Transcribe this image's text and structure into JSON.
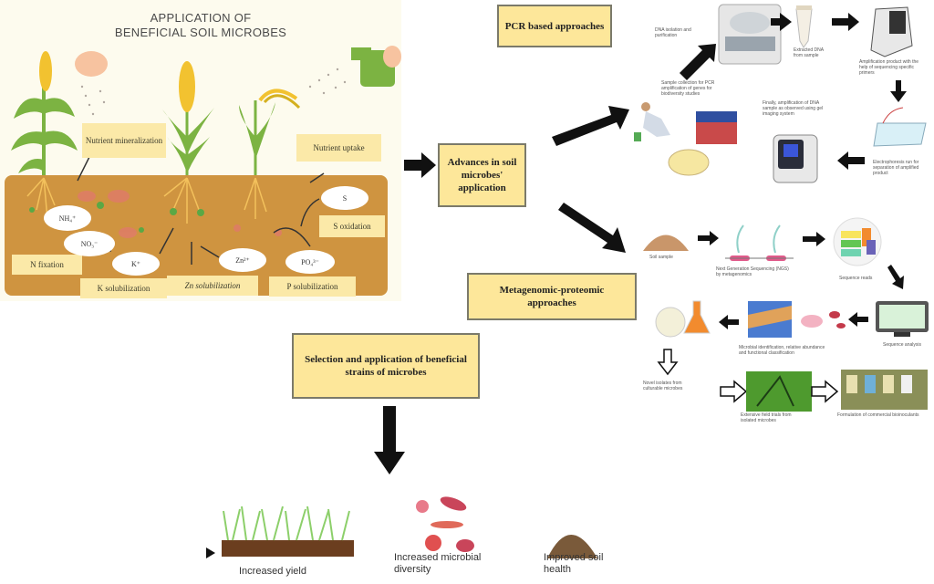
{
  "left_panel": {
    "title_line1": "APPLICATION OF",
    "title_line2": "BENEFICIAL SOIL MICROBES",
    "labels": {
      "nutrient_mineralization": "Nutrient mineralization",
      "nutrient_uptake": "Nutrient uptake",
      "n_fixation": "N fixation",
      "k_solubilization": "K solubilization",
      "zn_solubilization": "Zn solubilization",
      "p_solubilization": "P solubilization",
      "s_oxidation": "S oxidation"
    },
    "ions": {
      "nh4": "NH₄⁺",
      "no3": "NO₃⁻",
      "k": "K⁺",
      "zn": "Zn²⁺",
      "po4": "PO₄³⁻",
      "s": "S"
    },
    "colors": {
      "soil": "#cf9440",
      "label_bg": "#fbe9a8",
      "plant": "#7cb342",
      "grain": "#f2c230"
    }
  },
  "center": {
    "advances_box": "Advances in soil microbes' application",
    "pcr_box": "PCR based approaches",
    "metagenomic_box": "Metagenomic-proteomic approaches",
    "selection_box": "Selection and application of beneficial strains of microbes"
  },
  "pcr_workflow": {
    "captions": [
      "DNA isolation and purification",
      "Sample collection for PCR amplification of genes for biodiversity studies",
      "Extracted DNA from sample",
      "Amplification product with the help of sequencing specific primers",
      "Electrophoresis run for separation of amplified product",
      "Finally, amplification of DNA sample as observed using gel imaging system"
    ]
  },
  "metagenomic_workflow": {
    "captions": [
      "Soil sample",
      "Next Generation Sequencing (NGS) by metagenomics",
      "Sequence reads",
      "Sequence analysis",
      "Microbial identification, relative abundance and functional classification",
      "Novel isolates from culturable microbes",
      "Extensive field trials from isolated microbes",
      "Formulation of commercial bioinoculants"
    ]
  },
  "outcomes": [
    {
      "label": "Increased yield",
      "icon": "grass-icon"
    },
    {
      "label": "Increased microbial diversity",
      "icon": "microbes-icon"
    },
    {
      "label": "Improved soil health",
      "icon": "soil-mound-icon"
    }
  ]
}
